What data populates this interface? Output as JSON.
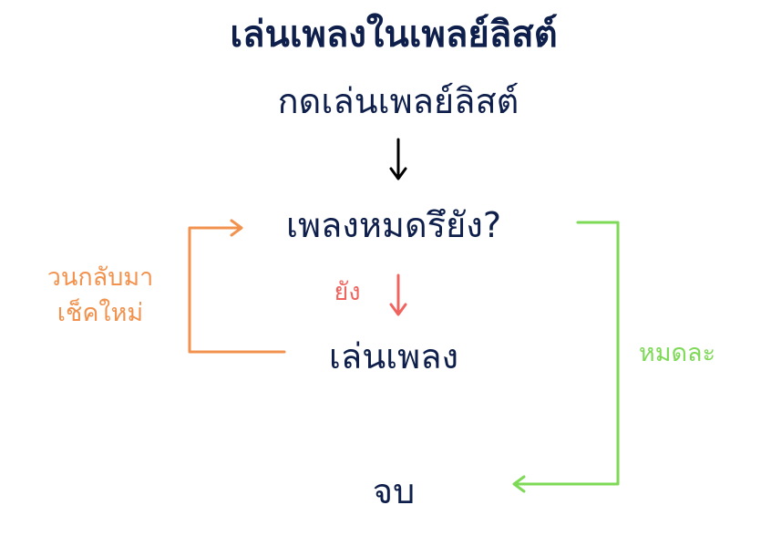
{
  "title": "เล่นเพลงในเพลย์ลิสต์",
  "nodes": {
    "start": "กดเล่นเพลย์ลิสต์",
    "check": "เพลงหมดรึยัง?",
    "play": "เล่นเพลง",
    "end": "จบ"
  },
  "labels": {
    "loop_line1": "วนกลับมา",
    "loop_line2": "เช็คใหม่",
    "not_yet": "ยัง",
    "done": "หมดละ"
  },
  "colors": {
    "text": "#0f1f4b",
    "arrow_main": "#000000",
    "arrow_not_yet": "#f06460",
    "arrow_loop": "#f2924f",
    "arrow_done": "#7ed957"
  }
}
